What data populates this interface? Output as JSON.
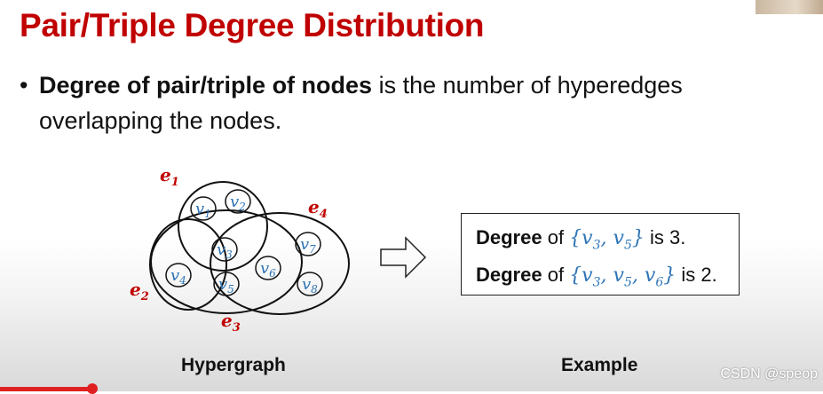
{
  "slide": {
    "title": "Pair/Triple Degree Distribution",
    "bullet": {
      "bold": "Degree of pair/triple of nodes",
      "rest_line1": " is the number of hyperedges",
      "rest_line2": "overlapping the nodes."
    },
    "hypergraph": {
      "edges": [
        {
          "label": "e",
          "sub": "1"
        },
        {
          "label": "e",
          "sub": "2"
        },
        {
          "label": "e",
          "sub": "3"
        },
        {
          "label": "e",
          "sub": "4"
        }
      ],
      "nodes": [
        {
          "label": "v",
          "sub": "1"
        },
        {
          "label": "v",
          "sub": "2"
        },
        {
          "label": "v",
          "sub": "3"
        },
        {
          "label": "v",
          "sub": "4"
        },
        {
          "label": "v",
          "sub": "5"
        },
        {
          "label": "v",
          "sub": "6"
        },
        {
          "label": "v",
          "sub": "7"
        },
        {
          "label": "v",
          "sub": "8"
        }
      ]
    },
    "example": {
      "line1": {
        "bold": "Degree",
        "of": " of ",
        "set": [
          "v3",
          "v5"
        ],
        "suffix": " is 3."
      },
      "line2": {
        "bold": "Degree",
        "of": " of ",
        "set": [
          "v3",
          "v5",
          "v6"
        ],
        "suffix": " is 2."
      }
    },
    "captions": {
      "left": "Hypergraph",
      "right": "Example"
    }
  },
  "overlay": {
    "watermark": "CSDN @speop"
  },
  "colors": {
    "title": "#c00000",
    "edge_label": "#c00000",
    "node_label": "#2e75b6",
    "progress": "#e02020"
  },
  "icons": {
    "arrow": "hollow-right-arrow-icon"
  }
}
